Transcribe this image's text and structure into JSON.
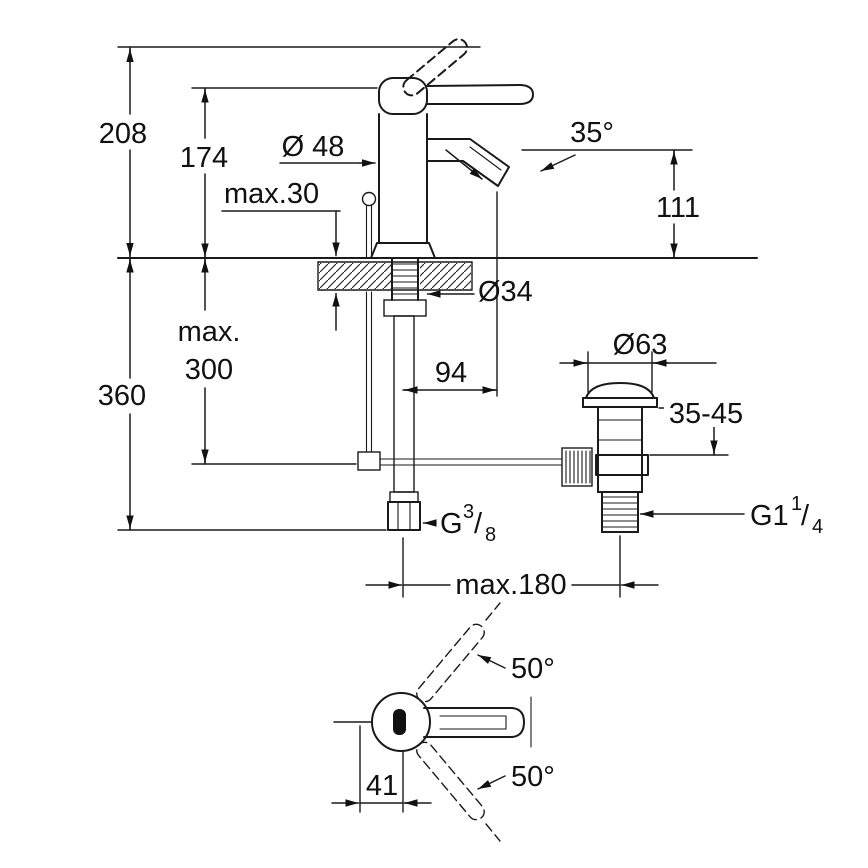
{
  "drawing": {
    "kind": "faucet-installation-dimensions",
    "line_color": "#1a1a1a",
    "background": "#ffffff"
  },
  "labels": {
    "h208": "208",
    "h174": "174",
    "dia48": "Ø 48",
    "max30": "max.30",
    "angle35": "35°",
    "h111": "111",
    "h360": "360",
    "max300_1": "max.",
    "max300_2": "300",
    "dia34": "Ø34",
    "w94": "94",
    "dia63": "Ø63",
    "range3545": "35-45",
    "g38": {
      "main": "G",
      "sup": "3",
      "slash": "/",
      "sub": "8"
    },
    "g114": {
      "main": "G1",
      "sup": "1",
      "slash": "/",
      "sub": "4"
    },
    "max180": "max.180",
    "angle50_top": "50°",
    "angle50_bottom": "50°",
    "w41": "41"
  }
}
